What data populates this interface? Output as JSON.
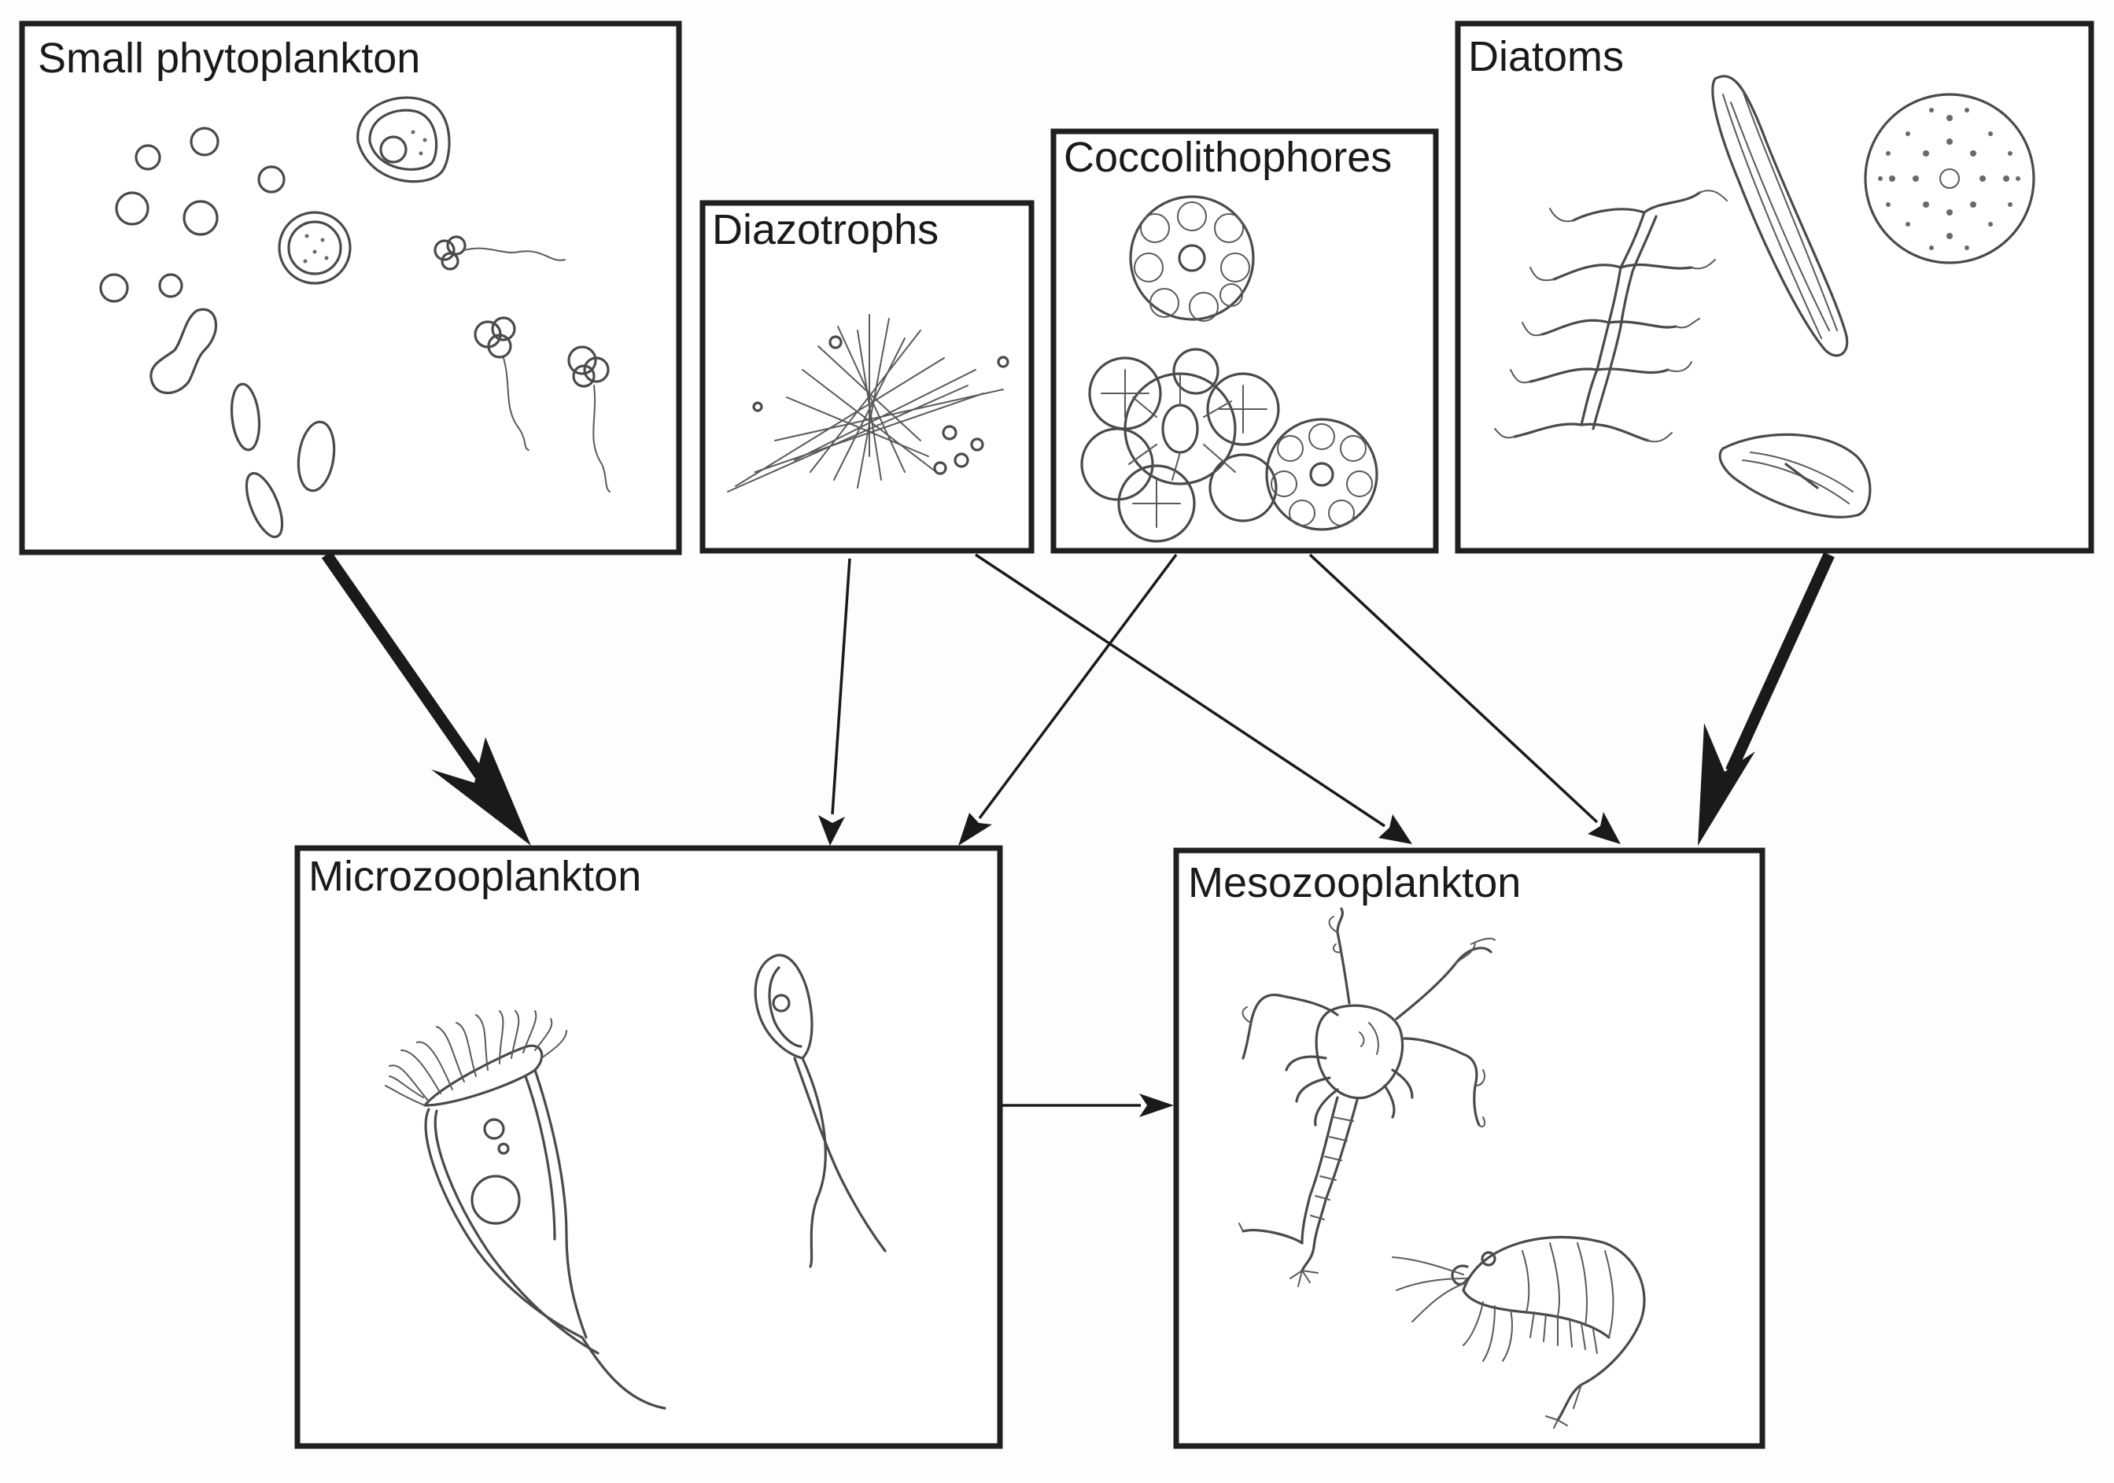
{
  "diagram": {
    "nodes": {
      "small_phytoplankton": {
        "label": "Small phytoplankton"
      },
      "diazotrophs": {
        "label": "Diazotrophs"
      },
      "coccolithophores": {
        "label": "Coccolithophores"
      },
      "diatoms": {
        "label": "Diatoms"
      },
      "microzooplankton": {
        "label": "Microzooplankton"
      },
      "mesozooplankton": {
        "label": "Mesozooplankton"
      }
    },
    "edges": [
      {
        "from": "small_phytoplankton",
        "to": "microzooplankton",
        "weight": "strong"
      },
      {
        "from": "diazotrophs",
        "to": "microzooplankton",
        "weight": "weak"
      },
      {
        "from": "diazotrophs",
        "to": "mesozooplankton",
        "weight": "weak"
      },
      {
        "from": "coccolithophores",
        "to": "microzooplankton",
        "weight": "weak"
      },
      {
        "from": "coccolithophores",
        "to": "mesozooplankton",
        "weight": "weak"
      },
      {
        "from": "diatoms",
        "to": "mesozooplankton",
        "weight": "strong"
      },
      {
        "from": "microzooplankton",
        "to": "mesozooplankton",
        "weight": "weak"
      }
    ],
    "colors": {
      "frame": "#1f1f1f",
      "sketch": "#4a4a4a",
      "arrow": "#1a1a1a",
      "background": "#ffffff"
    }
  }
}
